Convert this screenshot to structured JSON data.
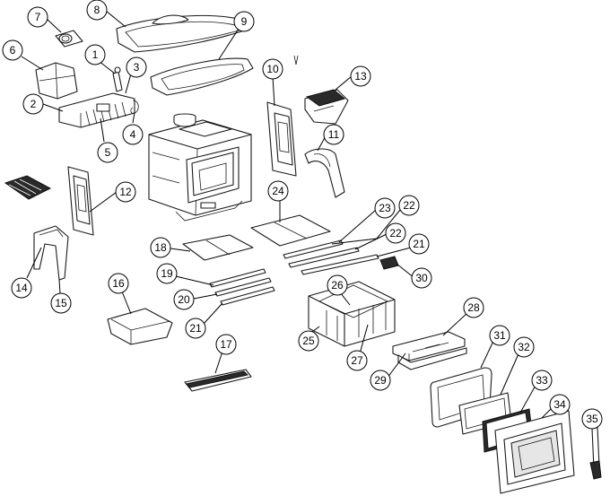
{
  "callouts": [
    {
      "id": "1",
      "label": "1"
    },
    {
      "id": "2",
      "label": "2"
    },
    {
      "id": "3",
      "label": "3"
    },
    {
      "id": "4",
      "label": "4"
    },
    {
      "id": "5",
      "label": "5"
    },
    {
      "id": "6",
      "label": "6"
    },
    {
      "id": "7",
      "label": "7"
    },
    {
      "id": "8",
      "label": "8"
    },
    {
      "id": "9",
      "label": "9"
    },
    {
      "id": "10",
      "label": "10"
    },
    {
      "id": "11",
      "label": "11"
    },
    {
      "id": "12",
      "label": "12"
    },
    {
      "id": "13",
      "label": "13"
    },
    {
      "id": "14",
      "label": "14"
    },
    {
      "id": "15",
      "label": "15"
    },
    {
      "id": "16",
      "label": "16"
    },
    {
      "id": "17",
      "label": "17"
    },
    {
      "id": "18",
      "label": "18"
    },
    {
      "id": "19",
      "label": "19"
    },
    {
      "id": "20",
      "label": "20"
    },
    {
      "id": "21a",
      "label": "21"
    },
    {
      "id": "21b",
      "label": "21"
    },
    {
      "id": "22a",
      "label": "22"
    },
    {
      "id": "22b",
      "label": "22"
    },
    {
      "id": "23",
      "label": "23"
    },
    {
      "id": "24",
      "label": "24"
    },
    {
      "id": "25",
      "label": "25"
    },
    {
      "id": "26",
      "label": "26"
    },
    {
      "id": "27",
      "label": "27"
    },
    {
      "id": "28",
      "label": "28"
    },
    {
      "id": "29",
      "label": "29"
    },
    {
      "id": "30",
      "label": "30"
    },
    {
      "id": "31",
      "label": "31"
    },
    {
      "id": "32",
      "label": "32"
    },
    {
      "id": "33",
      "label": "33"
    },
    {
      "id": "34",
      "label": "34"
    },
    {
      "id": "35",
      "label": "35"
    }
  ]
}
